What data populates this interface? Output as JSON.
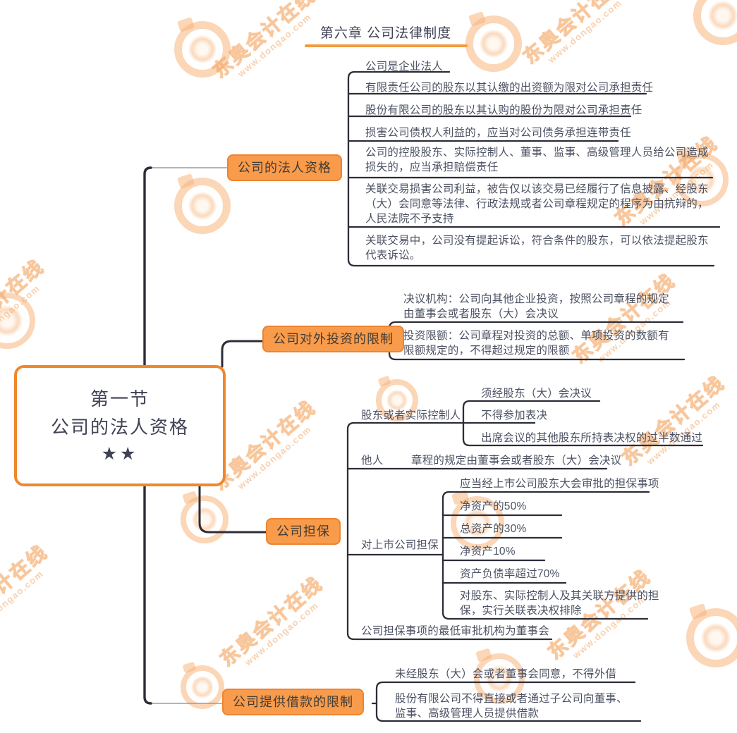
{
  "title": "第六章 公司法律制度",
  "root": {
    "line1": "第一节",
    "line2": "公司的法人资格",
    "stars": "★★"
  },
  "branches": [
    {
      "label": "公司的法人资格",
      "children": [
        "公司是企业法人",
        "有限责任公司的股东以其认缴的出资额为限对公司承担责任",
        "股份有限公司的股东以其认购的股份为限对公司承担责任",
        "损害公司债权人利益的，应当对公司债务承担连带责任",
        "公司的控股股东、实际控制人、董事、监事、高级管理人员给公司造成损失的，应当承担赔偿责任",
        "关联交易损害公司利益，被告仅以该交易已经履行了信息披露、经股东（大）会同意等法律、行政法规或者公司章程规定的程序为由抗辩的，人民法院不予支持",
        "关联交易中，公司没有提起诉讼，符合条件的股东，可以依法提起股东代表诉讼。"
      ]
    },
    {
      "label": "公司对外投资的限制",
      "children": [
        "决议机构：公司向其他企业投资，按照公司章程的规定由董事会或者股东（大）会决议",
        "投资限额：公司章程对投资的总额、单项投资的数额有限额规定的，不得超过规定的限额"
      ]
    },
    {
      "label": "公司担保",
      "groups": [
        {
          "label": "股东或者实际控制人",
          "children": [
            "须经股东（大）会决议",
            "不得参加表决",
            "出席会议的其他股东所持表决权的过半数通过"
          ]
        },
        {
          "label": "他人",
          "children": [
            "章程的规定由董事会或者股东（大）会决议"
          ]
        },
        {
          "label": "对上市公司担保",
          "children": [
            "应当经上市公司股东大会审批的担保事项",
            "净资产的50%",
            "总资产的30%",
            "净资产10%",
            "资产负债率超过70%",
            "对股东、实际控制人及其关联方提供的担保，实行关联表决权排除"
          ]
        },
        {
          "label": "公司担保事项的最低审批机构为董事会"
        }
      ]
    },
    {
      "label": "公司提供借款的限制",
      "children": [
        "未经股东（大）会或者董事会同意，不得外借",
        "股份有限公司不得直接或者通过子公司向董事、监事、高级管理人员提供借款"
      ]
    }
  ],
  "watermark": {
    "brand": "东奥会计在线",
    "url": "www.dongao.com"
  },
  "colors": {
    "node_fill": "#F89B4B",
    "node_border": "#EE8430",
    "root_border": "#F0872B",
    "connector": "#2D2D38",
    "title_underline": "#F29A3E",
    "watermark": "#F4A45F"
  }
}
